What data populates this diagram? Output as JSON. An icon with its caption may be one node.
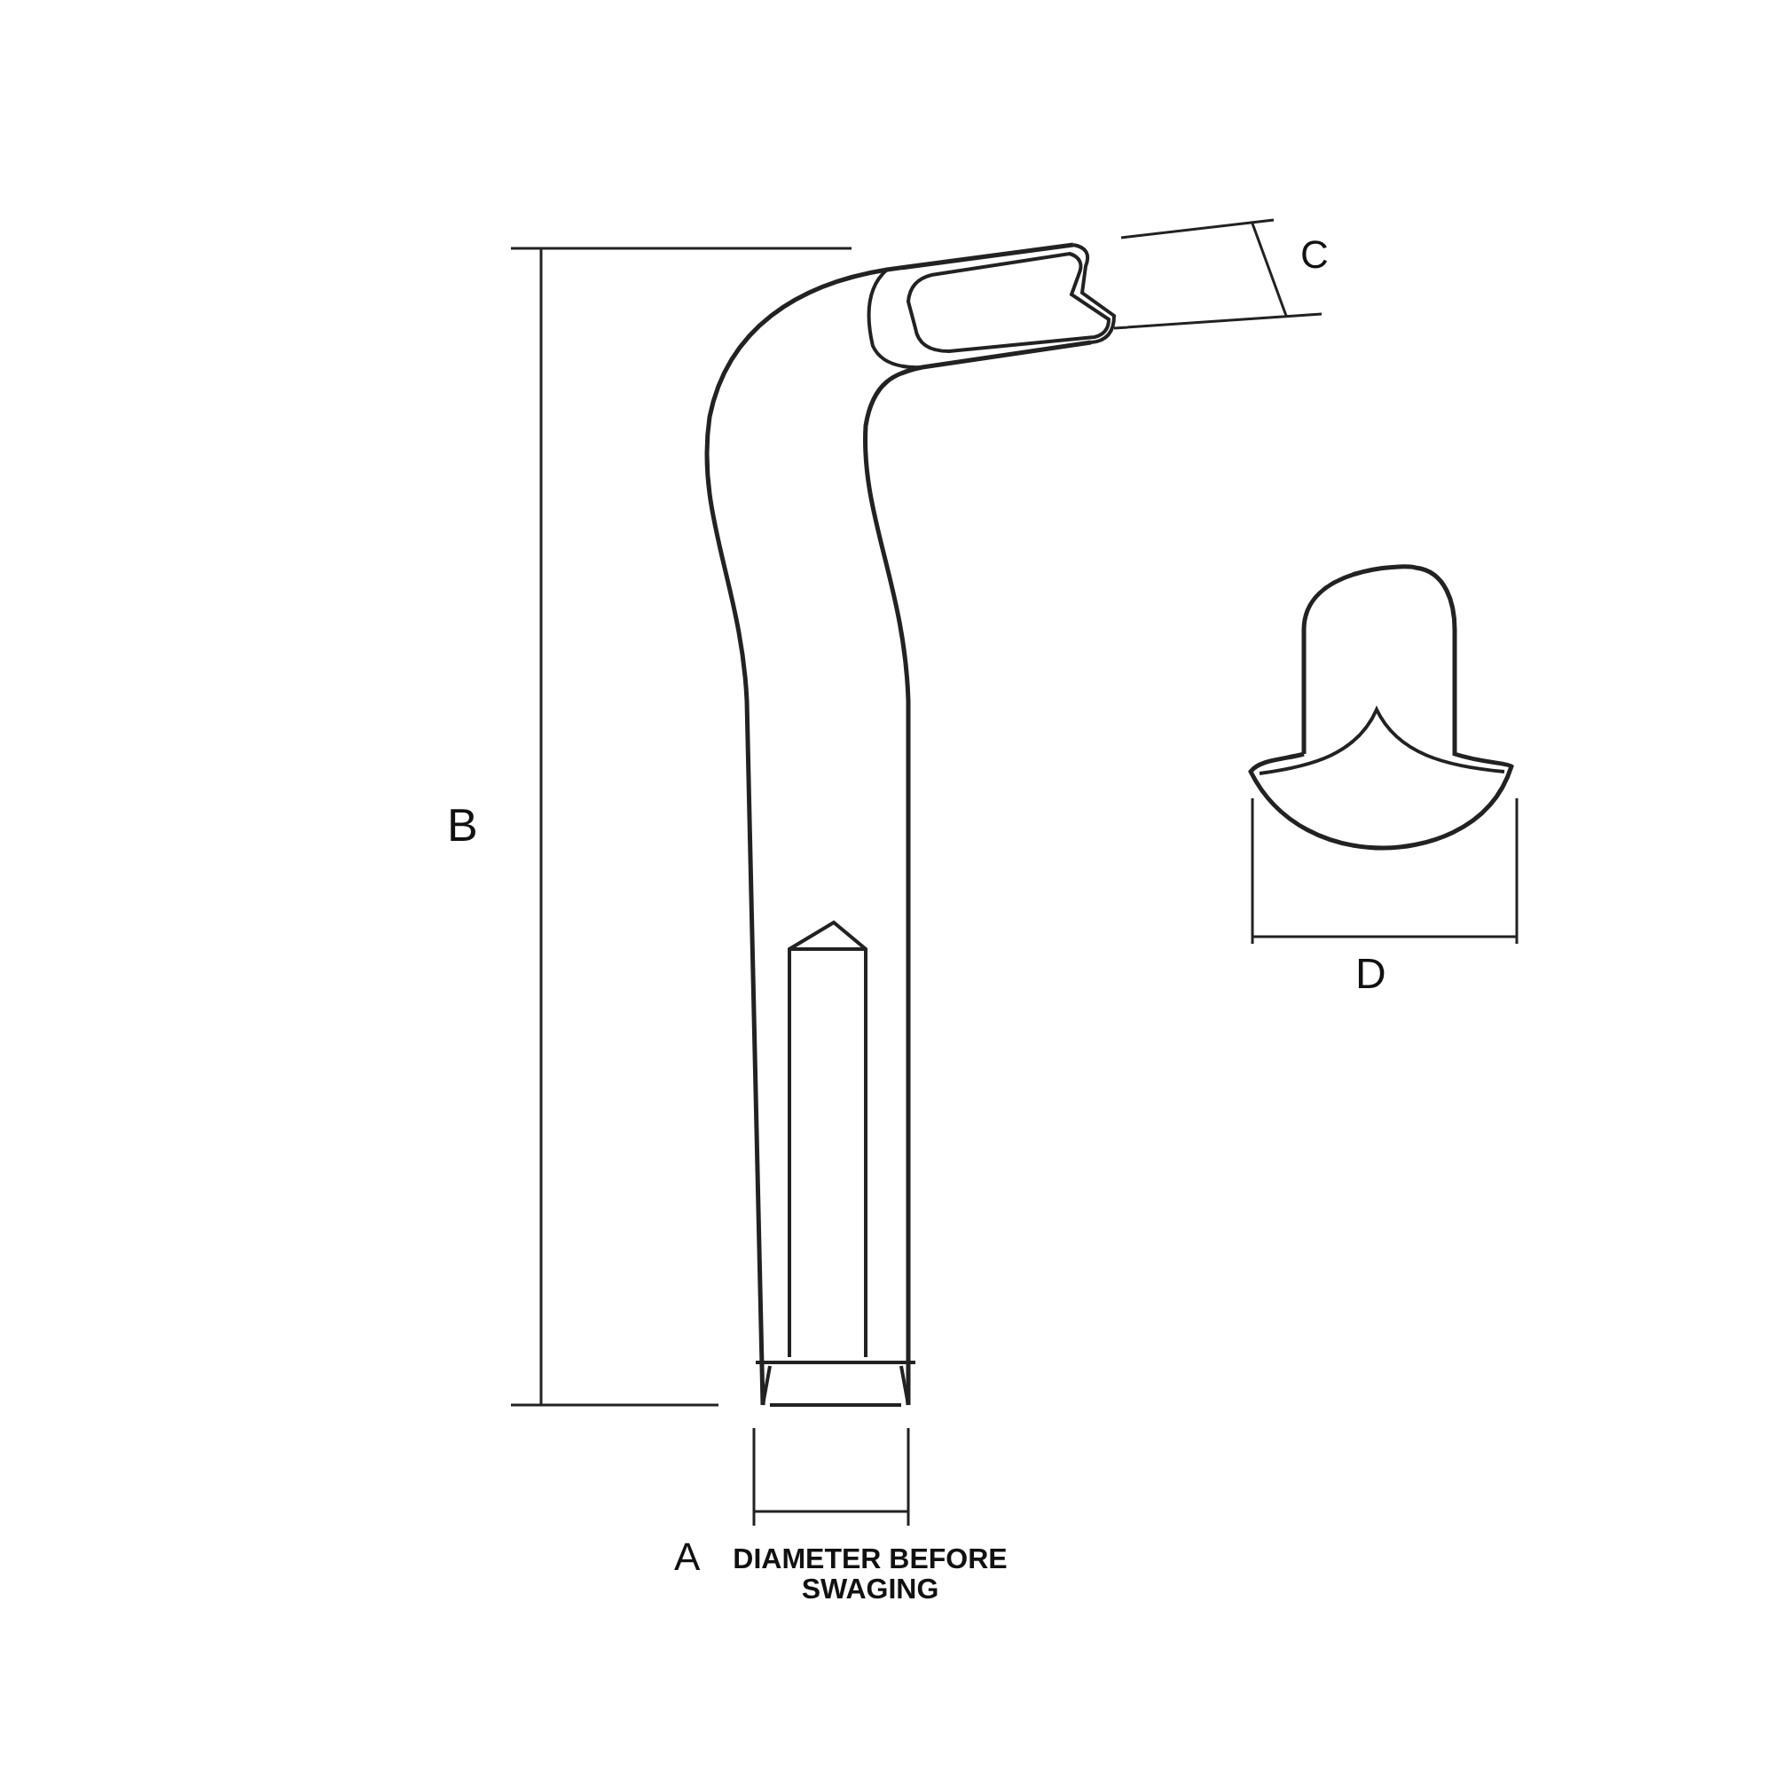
{
  "diagram": {
    "labels": [
      "C",
      "B",
      "D",
      "A",
      "DIAMETER BEFORE SWAGING"
    ]
  }
}
